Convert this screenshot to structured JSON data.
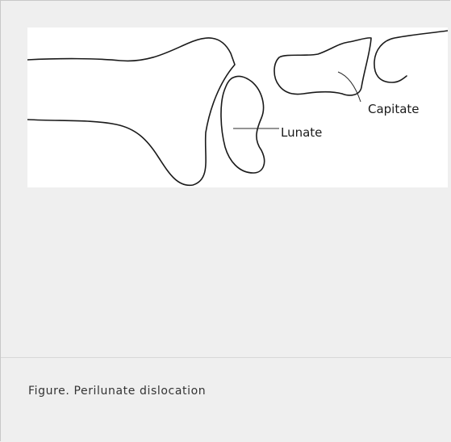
{
  "figure": {
    "labels": {
      "lunate": "Lunate",
      "capitate": "Capitate"
    },
    "caption": "Figure. Perilunate dislocation"
  },
  "colors": {
    "background": "#efefef",
    "panel": "#ffffff",
    "line": "#1a1a1a"
  }
}
